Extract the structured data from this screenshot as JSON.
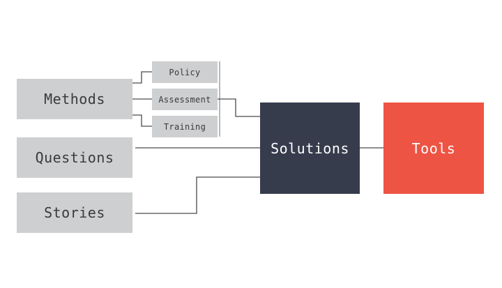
{
  "nodes": {
    "methods": "Methods",
    "questions": "Questions",
    "stories": "Stories",
    "policy": "Policy",
    "assessment": "Assessment",
    "training": "Training",
    "solutions": "Solutions",
    "tools": "Tools"
  },
  "colors": {
    "grey_box": "#cdcfd0",
    "solutions_box": "#373c4d",
    "tools_box": "#ee5444",
    "connector": "#4a4a4a"
  }
}
